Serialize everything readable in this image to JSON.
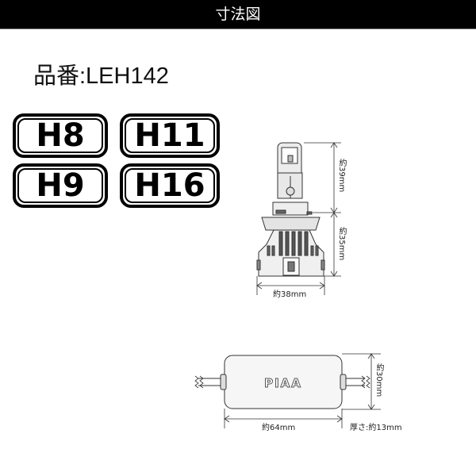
{
  "header": {
    "title": "寸法図"
  },
  "product": {
    "part_number_label": "品番:LEH142"
  },
  "bulb_types": [
    {
      "label": "H8"
    },
    {
      "label": "H11"
    },
    {
      "label": "H9"
    },
    {
      "label": "H16"
    }
  ],
  "bulb_diagram": {
    "height_upper": "約39mm",
    "height_lower": "約35mm",
    "width": "約38mm"
  },
  "controller_diagram": {
    "logo": "PIAA",
    "height": "約30mm",
    "width": "約64mm",
    "thickness": "厚さ:約13mm"
  }
}
